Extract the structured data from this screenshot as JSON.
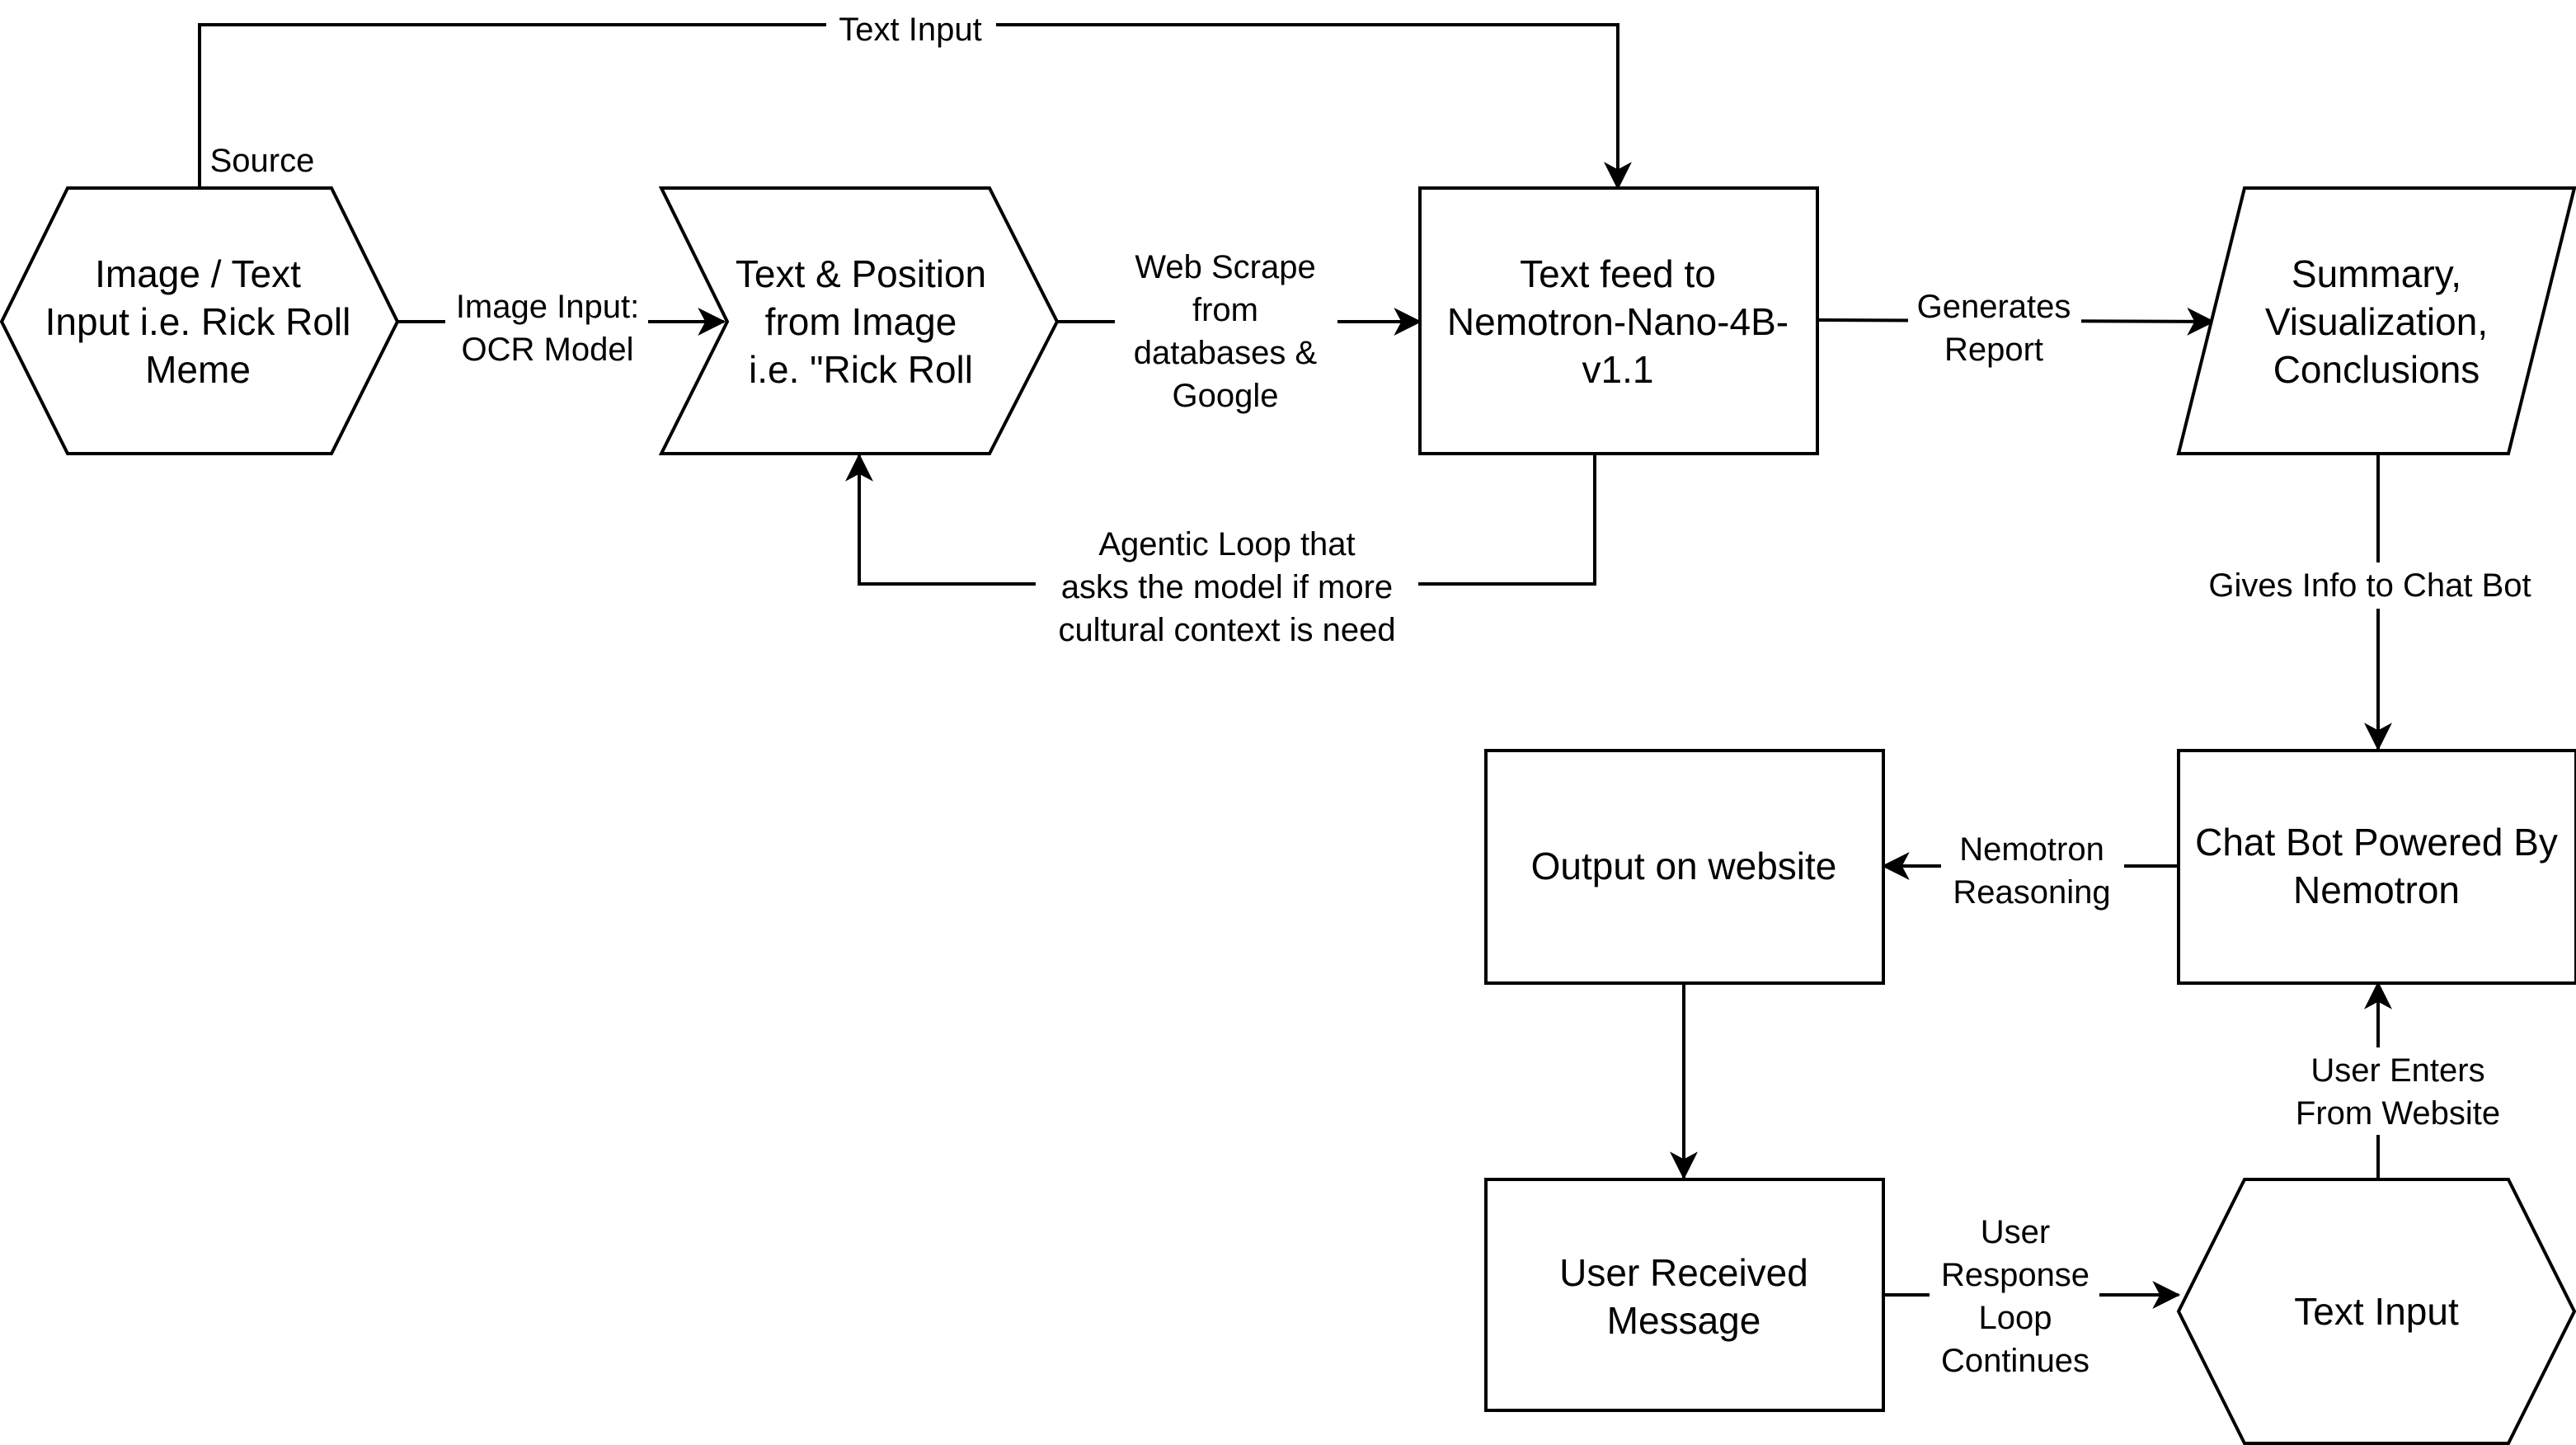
{
  "nodes": {
    "image_input": {
      "lines": [
        "Image / Text",
        "Input i.e. Rick Roll",
        "Meme"
      ]
    },
    "text_position": {
      "lines": [
        "Text & Position",
        "from Image",
        "i.e. \"Rick Roll"
      ]
    },
    "text_feed": {
      "lines": [
        "Text feed to",
        "Nemotron-Nano-4B-",
        "v1.1"
      ]
    },
    "summary": {
      "lines": [
        "Summary,",
        "Visualization,",
        "Conclusions"
      ]
    },
    "chat_bot": {
      "lines": [
        "Chat Bot Powered By",
        "Nemotron"
      ]
    },
    "output_website": {
      "lines": [
        "Output on website"
      ]
    },
    "user_received": {
      "lines": [
        "User Received",
        "Message"
      ]
    },
    "text_input": {
      "lines": [
        "Text Input"
      ]
    }
  },
  "edges": {
    "source": {
      "lines": [
        "Source"
      ]
    },
    "text_input_top": {
      "lines": [
        "Text Input"
      ]
    },
    "image_input_ocr": {
      "lines": [
        "Image Input:",
        "OCR Model"
      ]
    },
    "web_scrape": {
      "lines": [
        "Web Scrape",
        "from",
        "databases &",
        "Google"
      ]
    },
    "agentic_loop": {
      "lines": [
        "Agentic Loop that",
        "asks the model if more",
        "cultural context is need"
      ]
    },
    "generates_report": {
      "lines": [
        "Generates",
        "Report"
      ]
    },
    "gives_info": {
      "lines": [
        "Gives Info to Chat Bot"
      ]
    },
    "nemotron_reasoning": {
      "lines": [
        "Nemotron",
        "Reasoning"
      ]
    },
    "user_enters": {
      "lines": [
        "User Enters",
        "From Website"
      ]
    },
    "user_response": {
      "lines": [
        "User",
        "Response",
        "Loop",
        "Continues"
      ]
    }
  }
}
